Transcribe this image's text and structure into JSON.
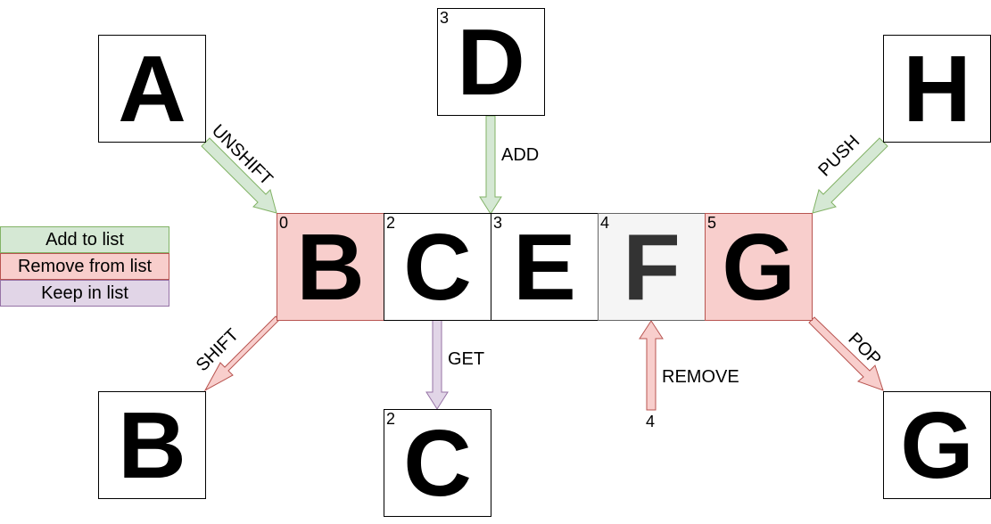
{
  "legend": {
    "add": "Add to list",
    "remove": "Remove from list",
    "keep": "Keep in list"
  },
  "list": [
    {
      "index": "0",
      "letter": "B"
    },
    {
      "index": "2",
      "letter": "C"
    },
    {
      "index": "3",
      "letter": "E"
    },
    {
      "index": "4",
      "letter": "F"
    },
    {
      "index": "5",
      "letter": "G"
    }
  ],
  "outer": {
    "a": {
      "letter": "A"
    },
    "d": {
      "index": "3",
      "letter": "D"
    },
    "h": {
      "letter": "H"
    },
    "b_out": {
      "letter": "B"
    },
    "c_out": {
      "index": "2",
      "letter": "C"
    },
    "g_out": {
      "letter": "G"
    }
  },
  "ops": {
    "unshift": "UNSHIFT",
    "add": "ADD",
    "push": "PUSH",
    "shift": "SHIFT",
    "get": "GET",
    "remove": "REMOVE",
    "remove_index": "4",
    "pop": "POP"
  },
  "colors": {
    "add_fill": "#d5e8d4",
    "add_stroke": "#82b366",
    "remove_fill": "#f8cecc",
    "remove_stroke": "#b85450",
    "keep_fill": "#e1d5e7",
    "keep_stroke": "#9673a6",
    "neutral_fill": "#f5f5f5"
  }
}
